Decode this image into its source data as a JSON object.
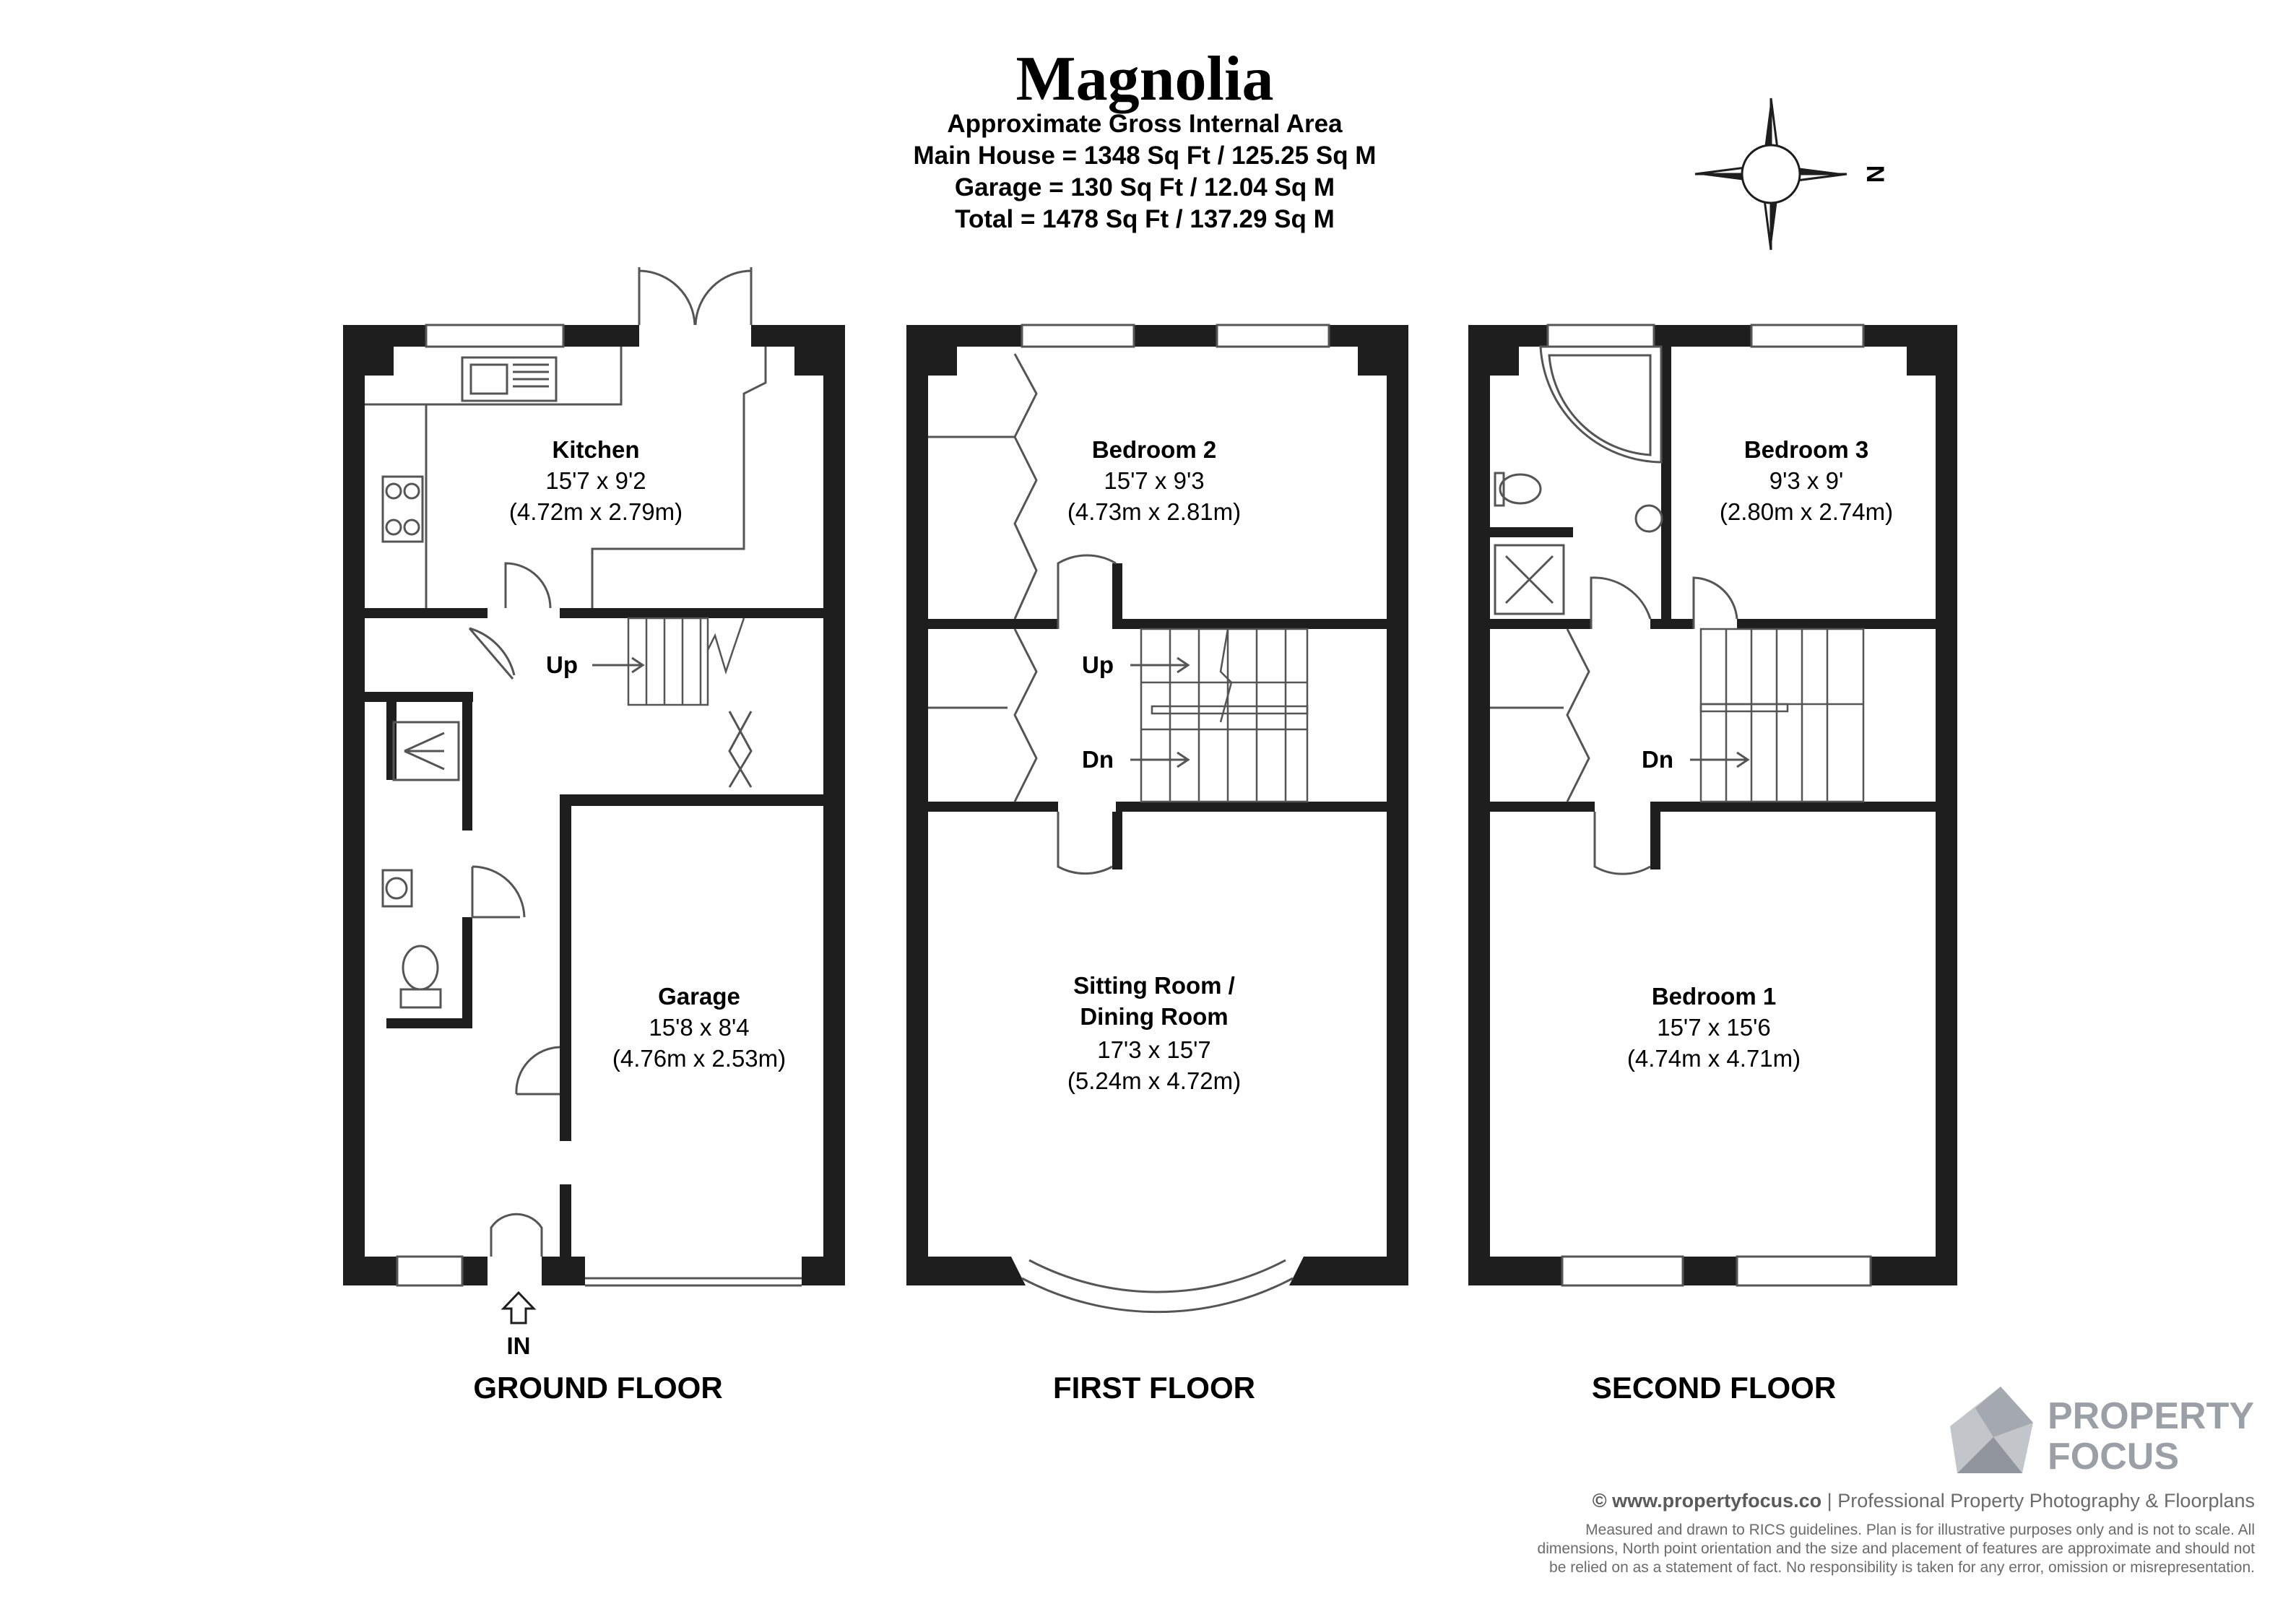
{
  "header": {
    "title": "Magnolia",
    "area_lines": [
      "Approximate Gross Internal Area",
      "Main House = 1348 Sq Ft / 125.25 Sq M",
      "Garage = 130 Sq Ft / 12.04 Sq M",
      "Total = 1478 Sq Ft / 137.29 Sq M"
    ]
  },
  "compass": {
    "north_label": "N"
  },
  "floors": {
    "ground": {
      "label": "GROUND FLOOR",
      "entrance": "IN",
      "stairs_up": "Up",
      "kitchen": {
        "name": "Kitchen",
        "imperial": "15'7 x 9'2",
        "metric": "(4.72m x 2.79m)"
      },
      "garage": {
        "name": "Garage",
        "imperial": "15'8 x 8'4",
        "metric": "(4.76m x 2.53m)"
      }
    },
    "first": {
      "label": "FIRST FLOOR",
      "stairs_up": "Up",
      "stairs_down": "Dn",
      "bedroom2": {
        "name": "Bedroom 2",
        "imperial": "15'7 x 9'3",
        "metric": "(4.73m x 2.81m)"
      },
      "sitting": {
        "name_line1": "Sitting Room /",
        "name_line2": "Dining Room",
        "imperial": "17'3 x 15'7",
        "metric": "(5.24m x 4.72m)"
      }
    },
    "second": {
      "label": "SECOND FLOOR",
      "stairs_down": "Dn",
      "bedroom3": {
        "name": "Bedroom 3",
        "imperial": "9'3 x 9'",
        "metric": "(2.80m x 2.74m)"
      },
      "bedroom1": {
        "name": "Bedroom 1",
        "imperial": "15'7 x 15'6",
        "metric": "(4.74m x 4.71m)"
      }
    }
  },
  "footer": {
    "brand_line1": "PROPERTY",
    "brand_line2": "FOCUS",
    "copyright_site": "© www.propertyfocus.co",
    "copyright_tagline": " | Professional Property Photography & Floorplans",
    "disclaimer": [
      "Measured and drawn to RICS guidelines. Plan is for illustrative purposes only and is not to scale. All",
      "dimensions, North point orientation and the size and placement of features are approximate and should not",
      "be relied on as a statement of fact. No responsibility is taken for any error, omission or misrepresentation."
    ]
  },
  "colors": {
    "wall": "#1e1e1e",
    "line": "#555555",
    "brand_grey": "#9aa0a6",
    "text": "#1a1a1a"
  }
}
